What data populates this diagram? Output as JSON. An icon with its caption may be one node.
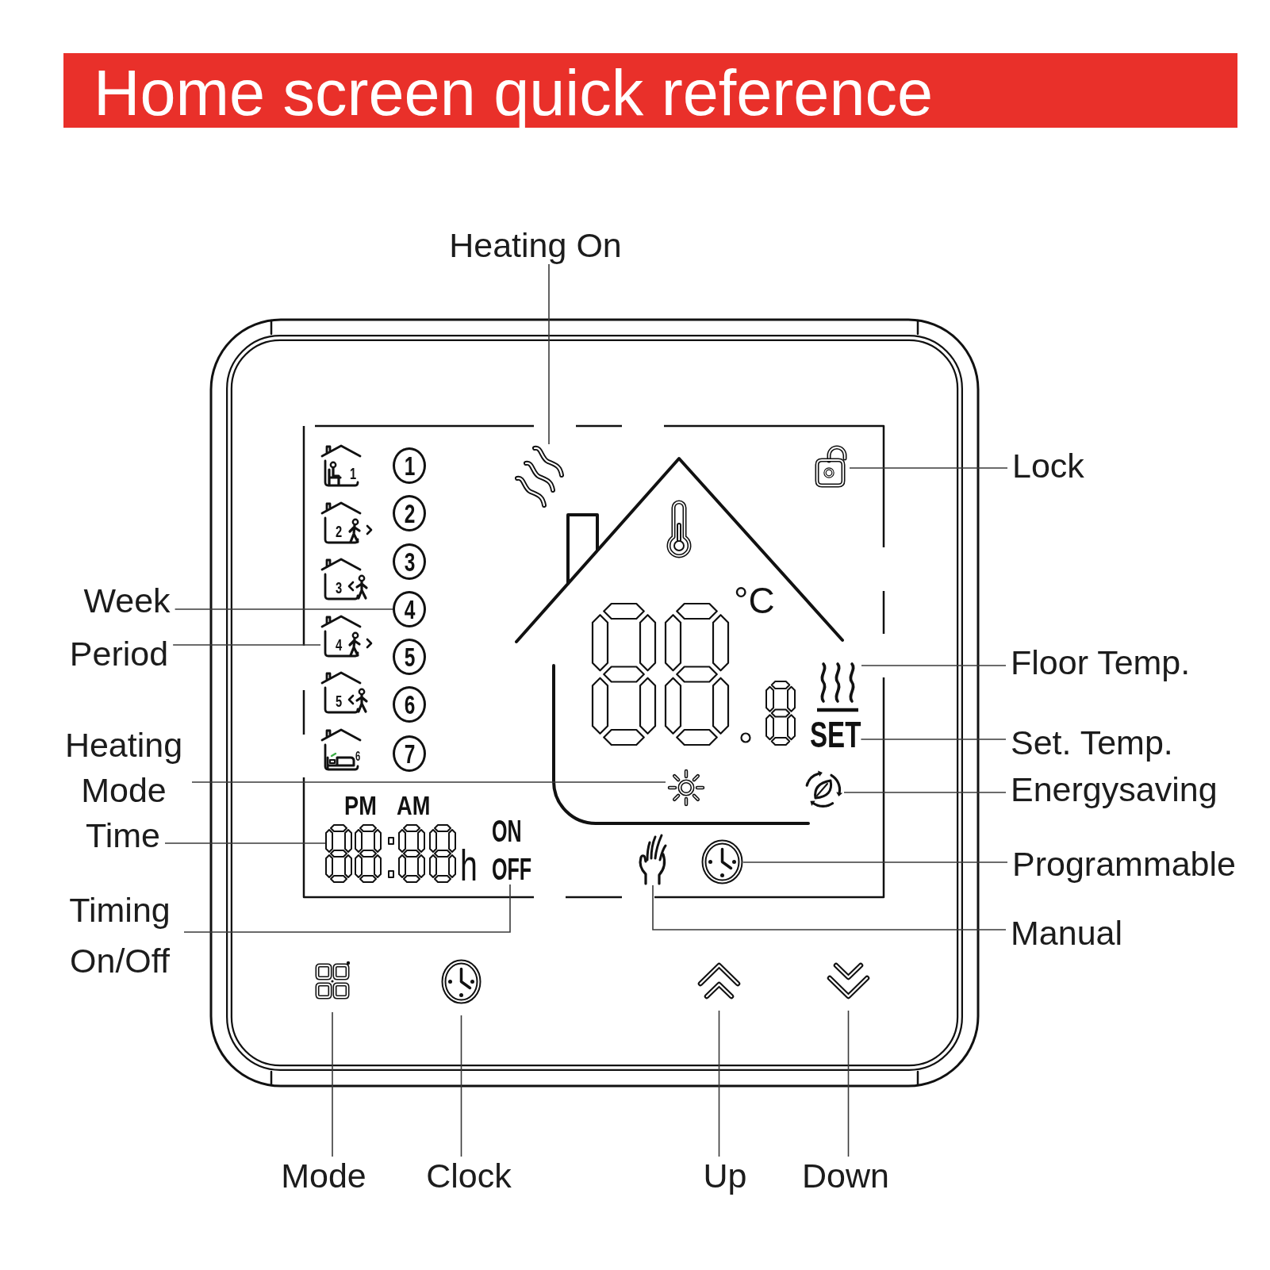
{
  "diagram": {
    "title": "Home screen quick reference",
    "nodes": [
      {
        "text": [
          "Heating On"
        ]
      },
      {
        "text": [],
        "shape": "waves"
      },
      {
        "text": [
          "1"
        ]
      },
      {
        "text": [
          "1"
        ]
      },
      {
        "text": [],
        "shape": "lock"
      },
      {
        "text": [
          "Lock"
        ]
      },
      {
        "text": [
          "2"
        ]
      },
      {
        "text": [
          "2"
        ]
      },
      {
        "text": [
          "3"
        ]
      },
      {
        "text": [
          "3"
        ]
      },
      {
        "text": [
          "Week"
        ]
      },
      {
        "text": [
          "4"
        ]
      },
      {
        "text": [
          "Period"
        ]
      },
      {
        "text": [
          "4"
        ]
      },
      {
        "text": [
          "5"
        ]
      },
      {
        "text": [],
        "shape": "display"
      },
      {
        "text": [],
        "shape": "heater"
      },
      {
        "text": [
          "Floor Temp."
        ]
      },
      {
        "text": [
          "5"
        ]
      },
      {
        "text": [
          "6"
        ]
      },
      {
        "text": [
          "SET"
        ]
      },
      {
        "text": [
          "Set. Temp."
        ]
      },
      {
        "text": [
          "6"
        ]
      },
      {
        "text": [
          "7"
        ]
      },
      {
        "text": [
          "Heating Mode"
        ]
      },
      {
        "text": [],
        "shape": "sun"
      },
      {
        "text": [],
        "shape": "leaf"
      },
      {
        "text": [
          "Energysaving"
        ]
      },
      {
        "text": [
          "Time"
        ]
      },
      {
        "text": [],
        "shape": "display"
      },
      {
        "text": [
          "OFF"
        ]
      },
      {
        "text": [],
        "shape": "hand"
      },
      {
        "text": [],
        "shape": "clock"
      },
      {
        "text": [
          "Programmable"
        ]
      },
      {
        "text": [
          "Timing On/Off"
        ]
      },
      {
        "text": [
          "Manual"
        ]
      },
      {
        "text": [],
        "shape": "grid"
      },
      {
        "text": [],
        "shape": "clock"
      },
      {
        "text": [],
        "shape": "chevrons"
      },
      {
        "text": [],
        "shape": "chevrons"
      },
      {
        "text": [
          "Mode"
        ]
      },
      {
        "text": [
          "Clock"
        ]
      },
      {
        "text": [
          "Up"
        ]
      },
      {
        "text": [
          "Down"
        ]
      }
    ],
    "edges": [
      {
        "from": 0,
        "to": 1,
        "arrow": "none"
      },
      {
        "from": 5,
        "to": 4,
        "arrow": "none"
      },
      {
        "from": 10,
        "to": 11,
        "arrow": "none"
      },
      {
        "from": 12,
        "to": 13,
        "arrow": "none"
      },
      {
        "from": 17,
        "to": 16,
        "arrow": "none"
      },
      {
        "from": 21,
        "to": 20,
        "arrow": "none"
      },
      {
        "from": 24,
        "to": 25,
        "arrow": "none"
      },
      {
        "from": 27,
        "to": 26,
        "arrow": "none"
      },
      {
        "from": 28,
        "to": 29,
        "arrow": "none"
      },
      {
        "from": 33,
        "to": 32,
        "arrow": "none"
      },
      {
        "from": 34,
        "to": 30,
        "arrow": "none"
      },
      {
        "from": 35,
        "to": 31,
        "arrow": "none"
      },
      {
        "from": 40,
        "to": 36,
        "arrow": "none"
      },
      {
        "from": 41,
        "to": 37,
        "arrow": "none"
      },
      {
        "from": 42,
        "to": 38,
        "arrow": "none"
      },
      {
        "from": 43,
        "to": 39,
        "arrow": "none"
      }
    ],
    "labels": [
      "°C",
      "PM",
      "AM",
      "ON",
      "h"
    ]
  }
}
